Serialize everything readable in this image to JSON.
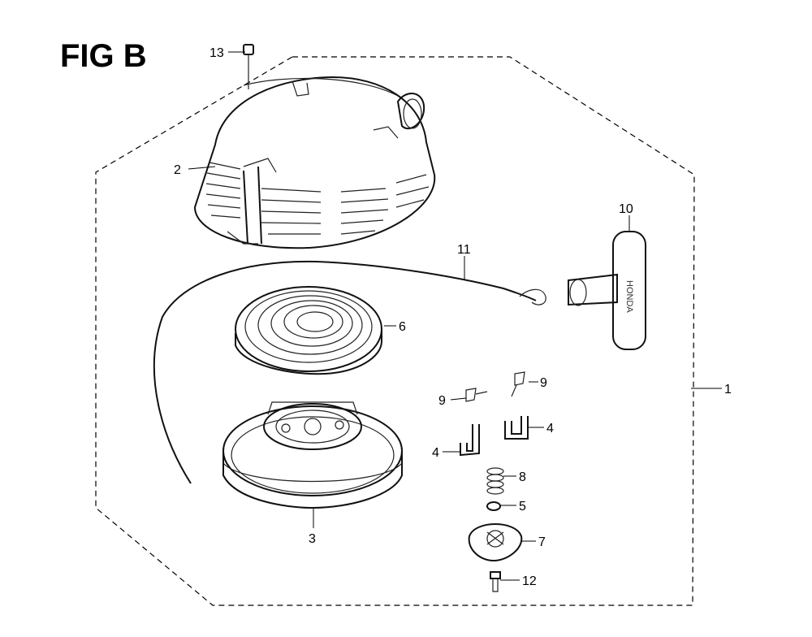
{
  "figure": {
    "title": "FIG B"
  },
  "handle_brand": "HONDA",
  "parts": [
    {
      "id": "p1",
      "number": "1",
      "icon": "recoil-starter-assembly"
    },
    {
      "id": "p2",
      "number": "2",
      "icon": "starter-case-cover"
    },
    {
      "id": "p3",
      "number": "3",
      "icon": "starter-reel-pulley"
    },
    {
      "id": "p4a",
      "number": "4",
      "icon": "ratchet-pawl"
    },
    {
      "id": "p4b",
      "number": "4",
      "icon": "ratchet-pawl"
    },
    {
      "id": "p5",
      "number": "5",
      "icon": "washer"
    },
    {
      "id": "p6",
      "number": "6",
      "icon": "ratchet-guide"
    },
    {
      "id": "p7",
      "number": "7",
      "icon": "friction-spring"
    },
    {
      "id": "p8",
      "number": "8",
      "icon": "recoil-spring"
    },
    {
      "id": "p9a",
      "number": "9",
      "icon": "return-spring"
    },
    {
      "id": "p9b",
      "number": "9",
      "icon": "return-spring"
    },
    {
      "id": "p10",
      "number": "10",
      "icon": "starter-grip"
    },
    {
      "id": "p11",
      "number": "11",
      "icon": "starter-rope"
    },
    {
      "id": "p12",
      "number": "12",
      "icon": "setting-bolt"
    },
    {
      "id": "p13",
      "number": "13",
      "icon": "flange-bolt"
    }
  ]
}
